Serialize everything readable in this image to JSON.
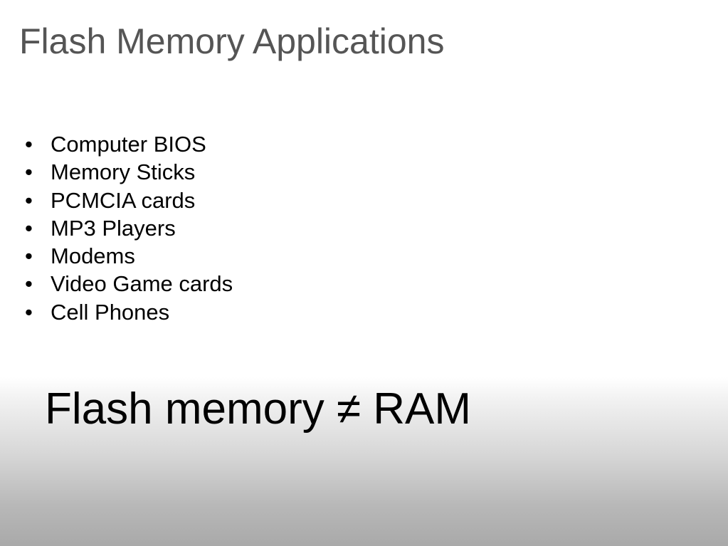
{
  "slide": {
    "title": "Flash Memory Applications",
    "bullet_symbol": "•",
    "bullets": [
      "Computer BIOS",
      "Memory Sticks",
      "PCMCIA cards",
      "MP3 Players",
      "Modems",
      "Video Game cards",
      "Cell Phones"
    ],
    "callout": "Flash memory ≠ RAM"
  },
  "colors": {
    "title": "#555555",
    "text": "#000000",
    "background_top": "#ffffff",
    "background_bottom": "#a9a9a9"
  }
}
